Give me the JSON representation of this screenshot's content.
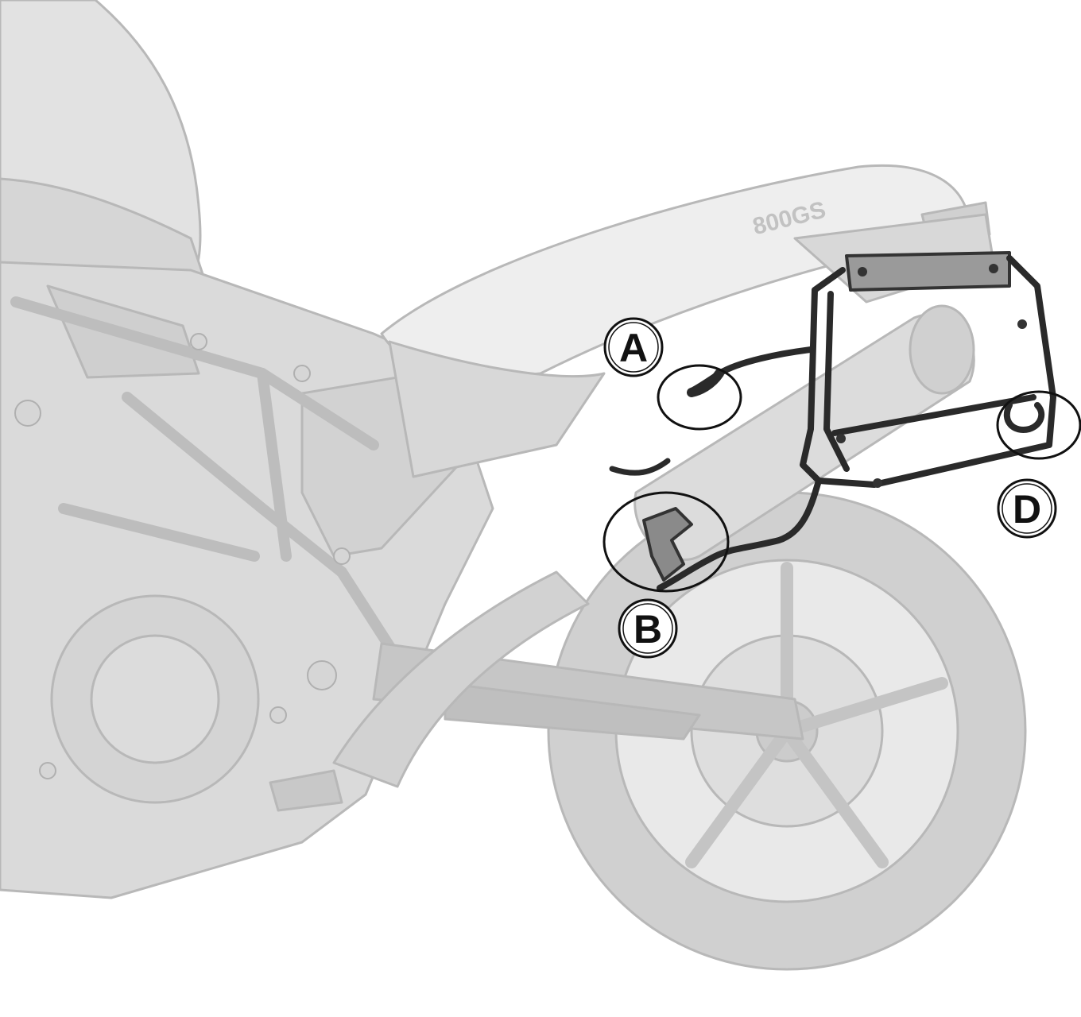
{
  "figure": {
    "seat_badge": "800GS",
    "callouts": [
      {
        "id": "A",
        "label": "A"
      },
      {
        "id": "B",
        "label": "B"
      },
      {
        "id": "D",
        "label": "D"
      }
    ]
  },
  "colors": {
    "background": "#ffffff",
    "motorcycle_fill": "#e2e2e2",
    "motorcycle_line": "#b8b8b8",
    "rack": "#2a2a2a",
    "callout": "#111111"
  }
}
